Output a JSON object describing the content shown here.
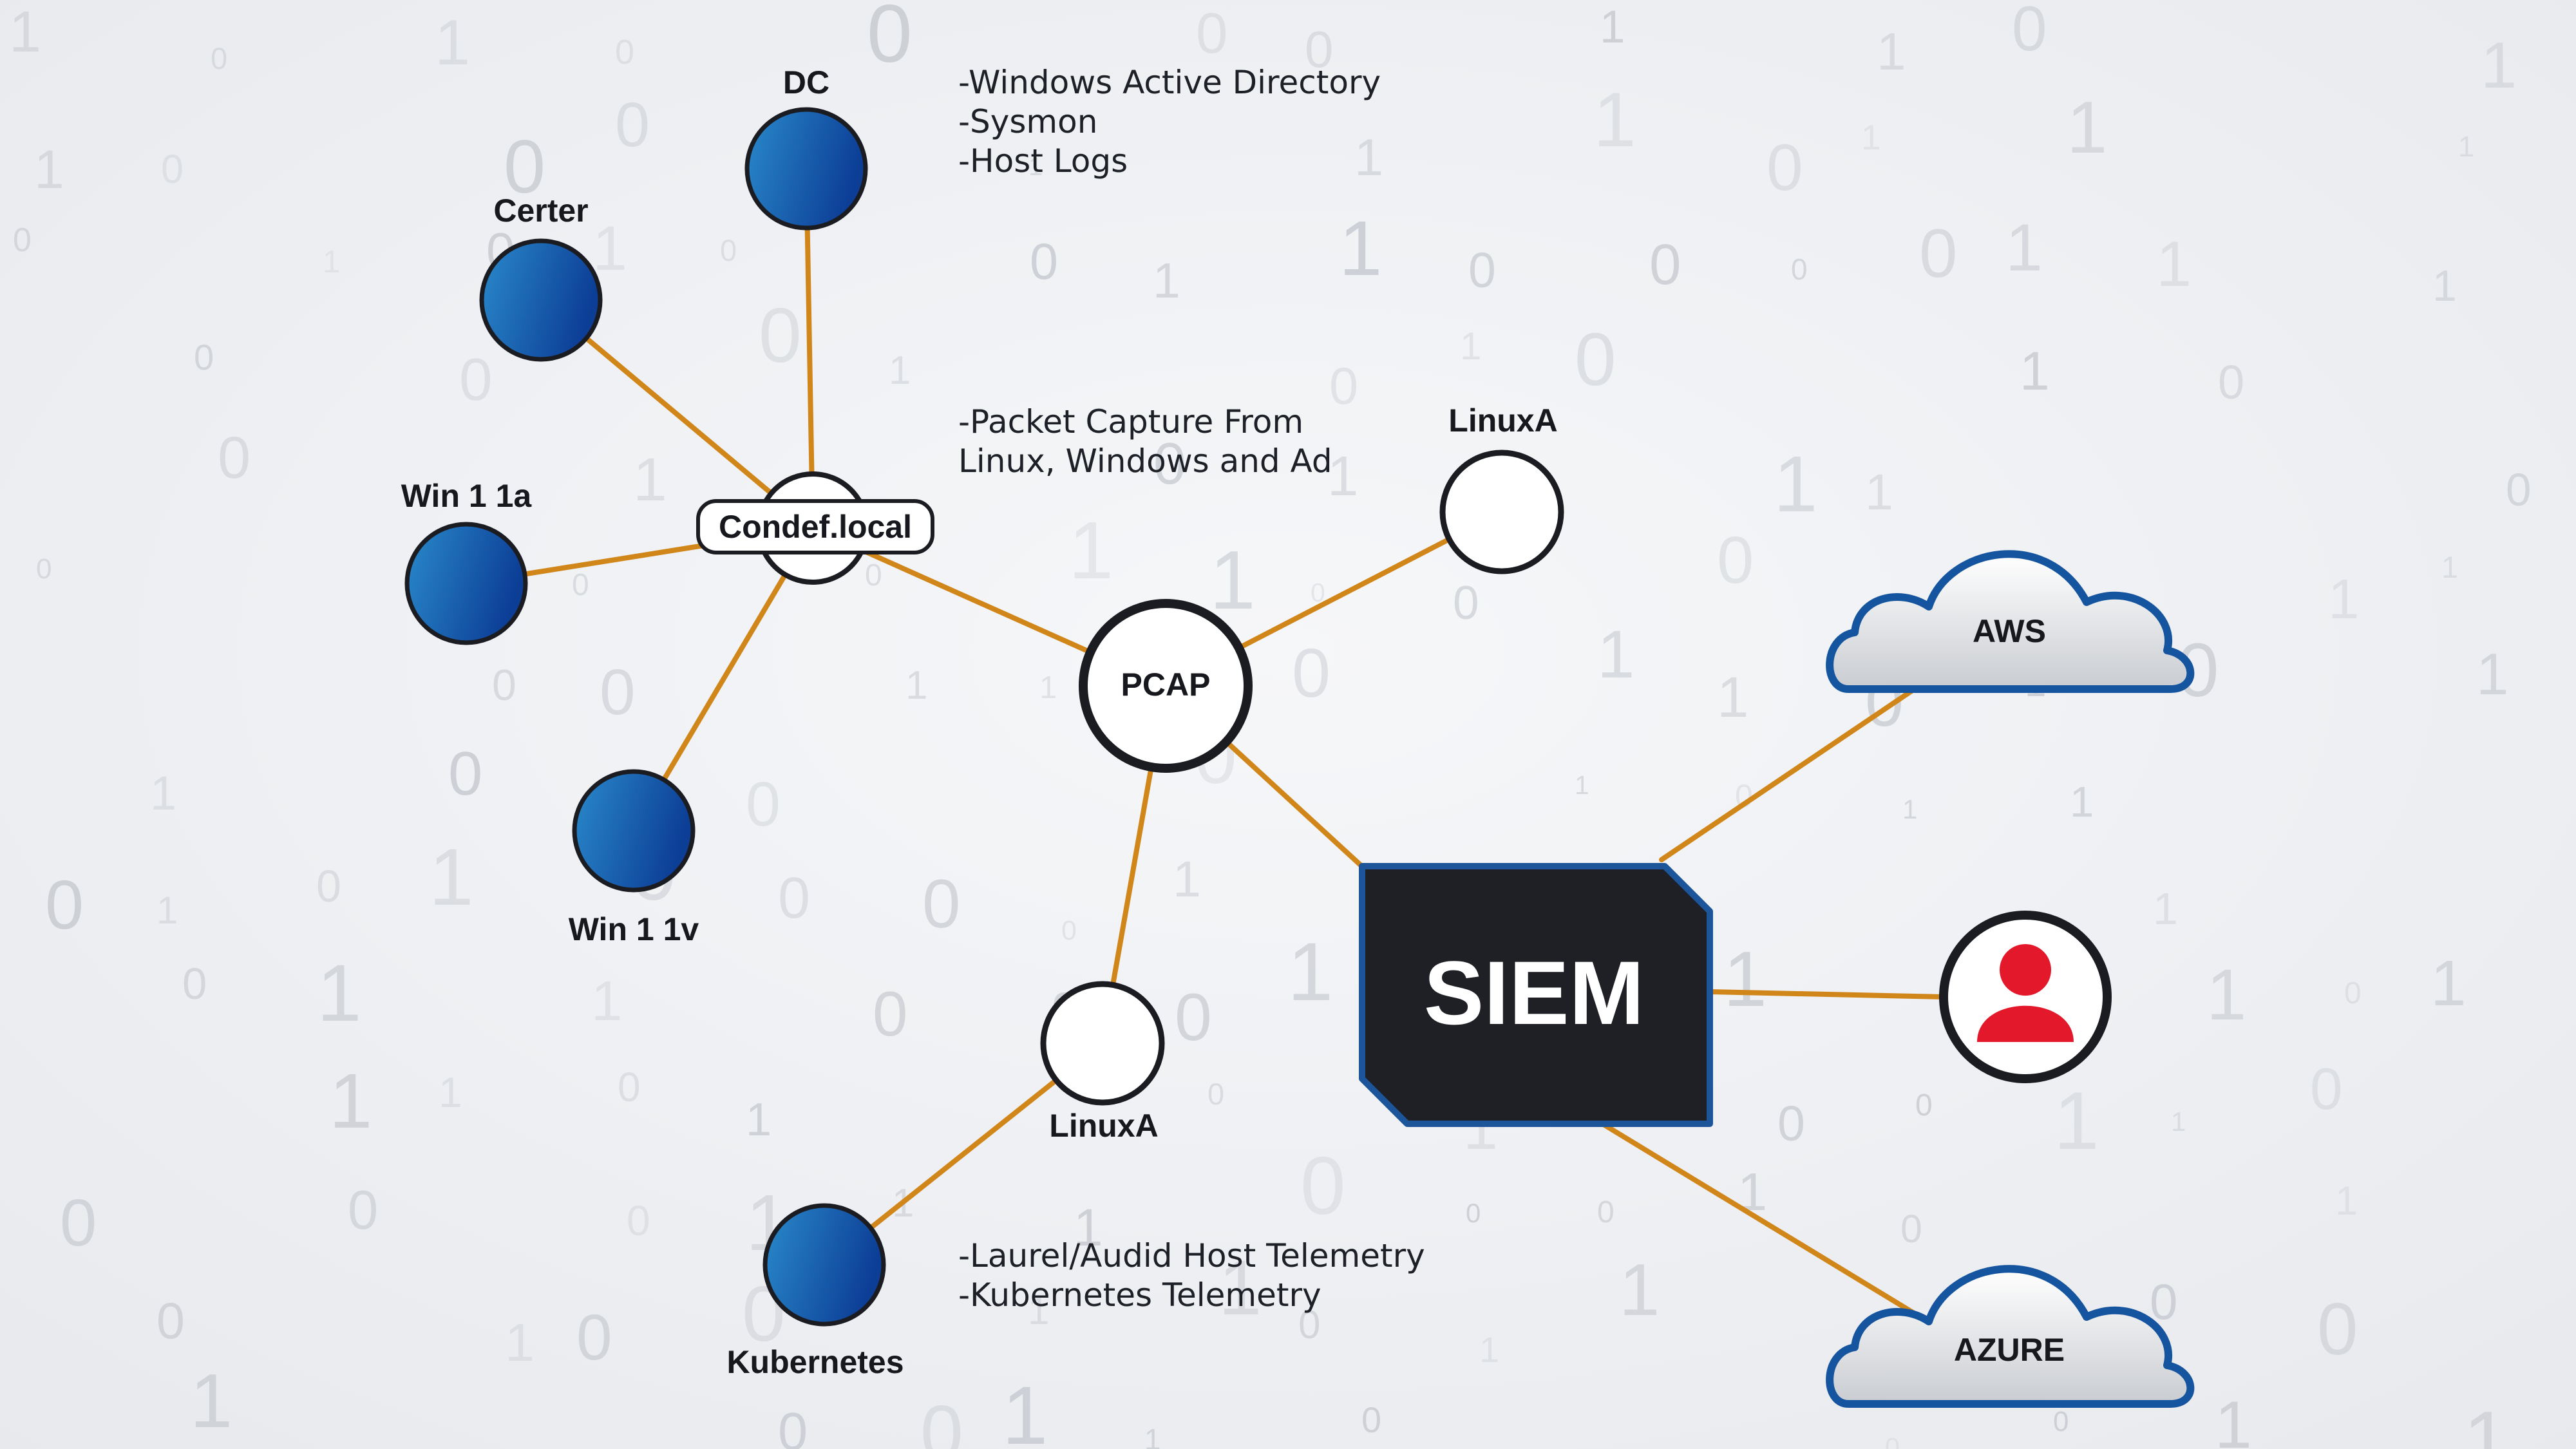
{
  "colors": {
    "connector": "#d1861a",
    "node_blue_light": "#2a8acb",
    "node_blue_dark": "#0c3e96",
    "node_outline": "#1b1c22",
    "siem_fill": "#1e2025",
    "siem_border": "#1c5599",
    "cloud_border": "#15549e",
    "person_red": "#e3182b"
  },
  "nodes": {
    "dc": {
      "label": "DC"
    },
    "certer": {
      "label": "Certer"
    },
    "win11a": {
      "label": "Win 1 1a"
    },
    "win11v": {
      "label": "Win 1 1v"
    },
    "condef": {
      "label": "Condef.local"
    },
    "pcap": {
      "label": "PCAP"
    },
    "linuxa_top": {
      "label": "LinuxA"
    },
    "linuxa_bottom": {
      "label": "LinuxA"
    },
    "kubernetes": {
      "label": "Kubernetes"
    },
    "siem": {
      "label": "SIEM"
    },
    "aws": {
      "label": "AWS",
      "icon": "cloud-icon"
    },
    "azure": {
      "label": "AZURE",
      "icon": "cloud-icon"
    },
    "analyst": {
      "icon": "user-icon"
    }
  },
  "annotations": {
    "dc_sources": [
      "-Windows Active Directory",
      "-Sysmon",
      "-Host Logs"
    ],
    "packet_capture": [
      "-Packet Capture From",
      "Linux, Windows and Ad"
    ],
    "linux_telemetry": [
      "-Laurel/Audid Host Telemetry",
      "-Kubernetes Telemetry"
    ]
  },
  "background_digits": [
    "1",
    "0",
    "1",
    "0",
    "0",
    "0",
    "0",
    "1",
    "1",
    "0",
    "1",
    "1",
    "0",
    "0",
    "0",
    "1",
    "1",
    "1",
    "1",
    "0",
    "1",
    "1",
    "1",
    "0",
    "1",
    "0",
    "1",
    "0",
    "0",
    "1",
    "1",
    "0",
    "0",
    "0",
    "0",
    "1",
    "1",
    "1",
    "0",
    "0",
    "0",
    "1",
    "0",
    "1",
    "0",
    "1",
    "0",
    "0",
    "1",
    "1",
    "0",
    "1",
    "1",
    "1",
    "0",
    "0",
    "1",
    "0",
    "0",
    "1",
    "1",
    "0",
    "0",
    "0",
    "1",
    "1",
    "0",
    "0",
    "1",
    "1",
    "0",
    "0",
    "1",
    "1",
    "0",
    "1",
    "0",
    "1",
    "1",
    "0",
    "0",
    "0",
    "1",
    "0",
    "1",
    "1",
    "0"
  ]
}
